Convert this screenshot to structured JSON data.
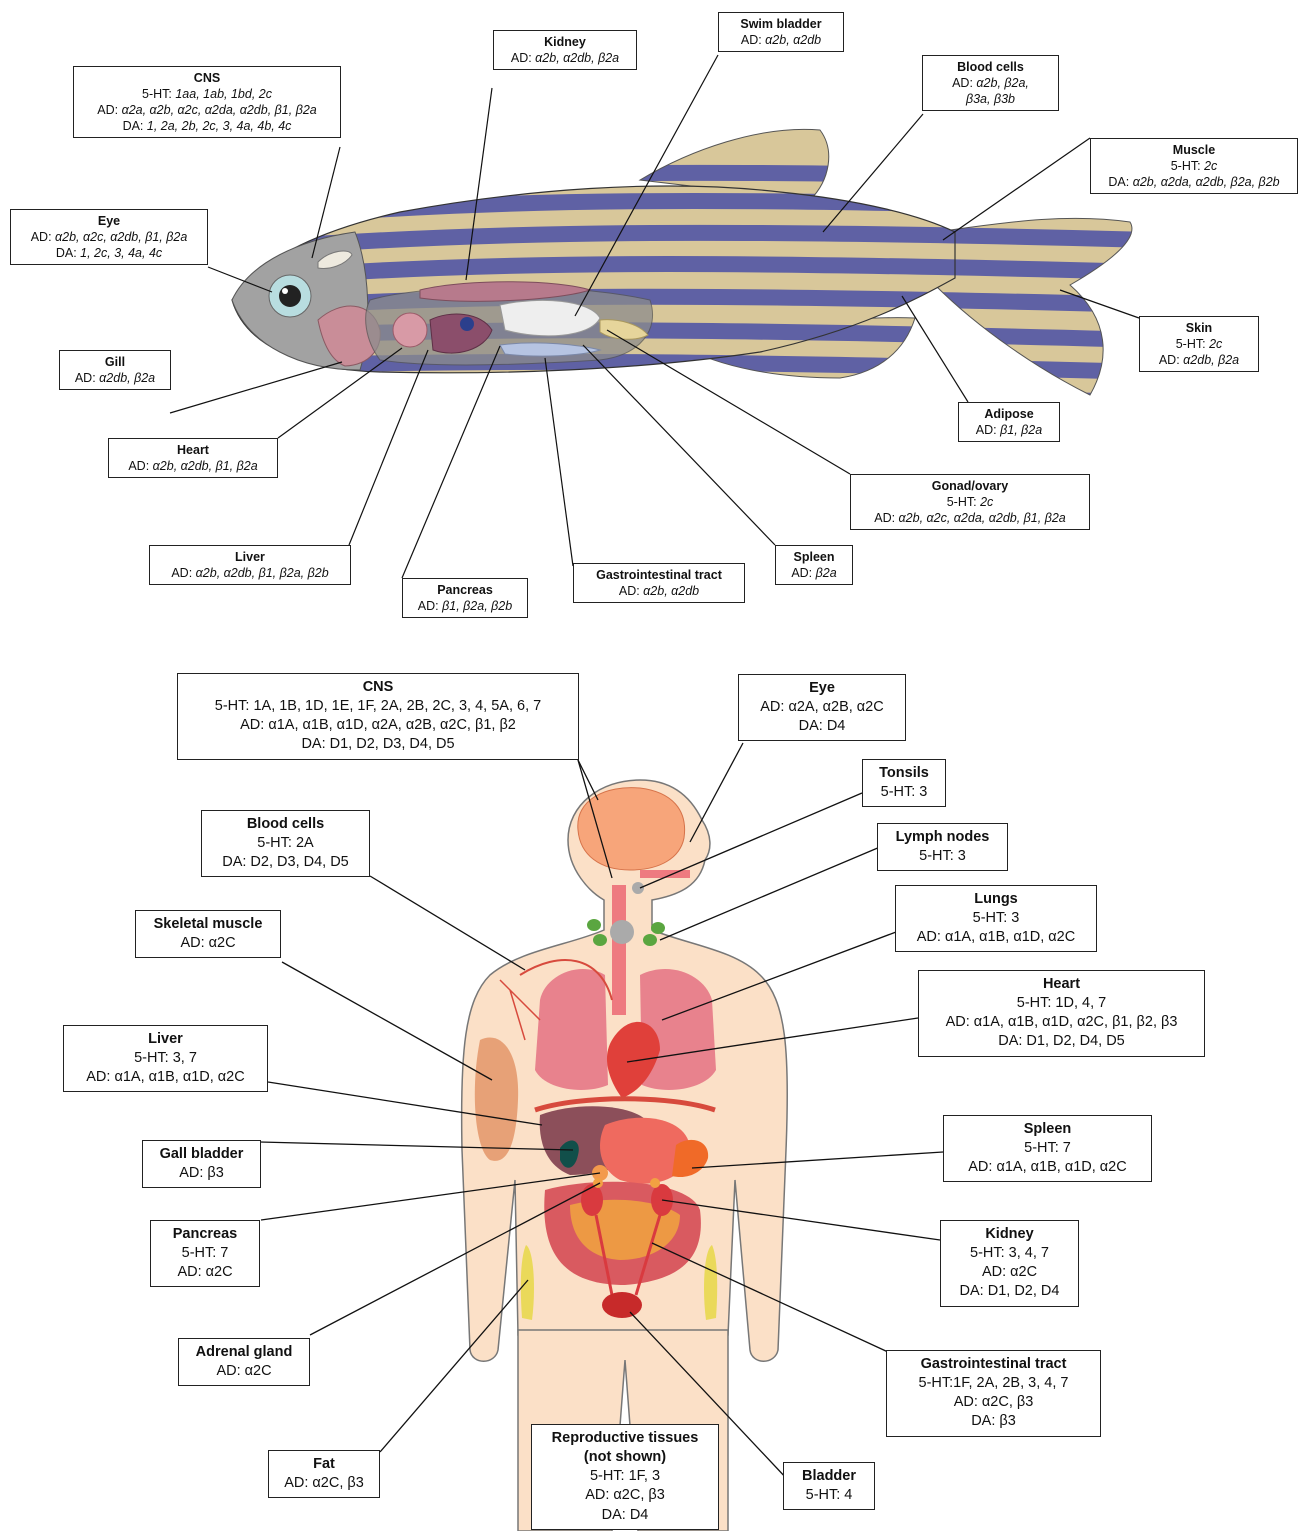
{
  "colors": {
    "border": "#222222",
    "fish_stripe_blue": "#4b4fa6",
    "fish_stripe_gold": "#d8c79a",
    "skin": "#fbe0c7"
  },
  "fish": [
    {
      "key": "kidney",
      "title": "Kidney",
      "lines": [
        {
          "p": "AD: ",
          "v": "α2b, α2db, β2a"
        }
      ]
    },
    {
      "key": "swim_bladder",
      "title": "Swim bladder",
      "lines": [
        {
          "p": "AD: ",
          "v": "α2b, α2db"
        }
      ]
    },
    {
      "key": "cns",
      "title": "CNS",
      "lines": [
        {
          "p": "5-HT: ",
          "v": "1aa, 1ab, 1bd, 2c"
        },
        {
          "p": "AD: ",
          "v": "α2a, α2b, α2c, α2da, α2db, β1, β2a"
        },
        {
          "p": "DA: ",
          "v": "1, 2a, 2b, 2c, 3, 4a, 4b, 4c"
        }
      ]
    },
    {
      "key": "blood_cells",
      "title": "Blood cells",
      "lines": [
        {
          "p": "AD: ",
          "v": "α2b, β2a,"
        },
        {
          "p": "",
          "v": "β3a, β3b"
        }
      ]
    },
    {
      "key": "muscle",
      "title": "Muscle",
      "lines": [
        {
          "p": "5-HT: ",
          "v": "2c"
        },
        {
          "p": "DA: ",
          "v": "α2b, α2da, α2db, β2a, β2b"
        }
      ]
    },
    {
      "key": "eye",
      "title": "Eye",
      "lines": [
        {
          "p": "AD: ",
          "v": "α2b, α2c, α2db, β1, β2a"
        },
        {
          "p": "DA: ",
          "v": "1, 2c, 3, 4a, 4c"
        }
      ]
    },
    {
      "key": "skin",
      "title": "Skin",
      "lines": [
        {
          "p": "5-HT: ",
          "v": "2c"
        },
        {
          "p": "AD: ",
          "v": "α2db, β2a"
        }
      ]
    },
    {
      "key": "gill",
      "title": "Gill",
      "lines": [
        {
          "p": "AD: ",
          "v": "α2db, β2a"
        }
      ]
    },
    {
      "key": "adipose",
      "title": "Adipose",
      "lines": [
        {
          "p": "AD: ",
          "v": "β1, β2a"
        }
      ]
    },
    {
      "key": "heart",
      "title": "Heart",
      "lines": [
        {
          "p": "AD: ",
          "v": "α2b, α2db, β1, β2a"
        }
      ]
    },
    {
      "key": "gonad",
      "title": "Gonad/ovary",
      "lines": [
        {
          "p": "5-HT: ",
          "v": "2c"
        },
        {
          "p": "AD: ",
          "v": "α2b, α2c, α2da, α2db, β1, β2a"
        }
      ]
    },
    {
      "key": "liver",
      "title": "Liver",
      "lines": [
        {
          "p": "AD: ",
          "v": "α2b, α2db, β1, β2a, β2b"
        }
      ]
    },
    {
      "key": "spleen",
      "title": "Spleen",
      "lines": [
        {
          "p": "AD: ",
          "v": "β2a"
        }
      ]
    },
    {
      "key": "gi",
      "title": "Gastrointestinal tract",
      "lines": [
        {
          "p": "AD: ",
          "v": "α2b, α2db"
        }
      ]
    },
    {
      "key": "pancreas",
      "title": "Pancreas",
      "lines": [
        {
          "p": "AD: ",
          "v": "β1, β2a, β2b"
        }
      ]
    }
  ],
  "human": [
    {
      "key": "cns",
      "title": "CNS",
      "lines": [
        "5-HT: 1A, 1B, 1D, 1E, 1F, 2A, 2B, 2C, 3, 4, 5A, 6, 7",
        "AD: α1A, α1B, α1D, α2A, α2B, α2C, β1, β2",
        "DA: D1, D2, D3, D4, D5"
      ]
    },
    {
      "key": "eye",
      "title": "Eye",
      "lines": [
        "AD: α2A, α2B, α2C",
        "DA: D4"
      ]
    },
    {
      "key": "tonsils",
      "title": "Tonsils",
      "lines": [
        "5-HT: 3"
      ]
    },
    {
      "key": "blood_cells",
      "title": "Blood cells",
      "lines": [
        "5-HT: 2A",
        "DA: D2, D3, D4, D5"
      ]
    },
    {
      "key": "lymph_nodes",
      "title": "Lymph nodes",
      "lines": [
        "5-HT: 3"
      ]
    },
    {
      "key": "skeletal_muscle",
      "title": "Skeletal muscle",
      "lines": [
        "AD: α2C"
      ]
    },
    {
      "key": "lungs",
      "title": "Lungs",
      "lines": [
        "5-HT: 3",
        "AD: α1A, α1B, α1D, α2C"
      ]
    },
    {
      "key": "heart",
      "title": "Heart",
      "lines": [
        "5-HT: 1D, 4, 7",
        "AD: α1A, α1B, α1D, α2C, β1, β2, β3",
        "DA: D1, D2, D4, D5"
      ]
    },
    {
      "key": "liver",
      "title": "Liver",
      "lines": [
        "5-HT: 3, 7",
        "AD: α1A, α1B, α1D, α2C"
      ]
    },
    {
      "key": "spleen",
      "title": "Spleen",
      "lines": [
        "5-HT: 7",
        "AD: α1A, α1B, α1D, α2C"
      ]
    },
    {
      "key": "gall_bladder",
      "title": "Gall bladder",
      "lines": [
        "AD: β3"
      ]
    },
    {
      "key": "pancreas",
      "title": "Pancreas",
      "lines": [
        "5-HT: 7",
        "AD: α2C"
      ]
    },
    {
      "key": "kidney",
      "title": "Kidney",
      "lines": [
        "5-HT: 3, 4, 7",
        "AD: α2C",
        "DA: D1, D2, D4"
      ]
    },
    {
      "key": "adrenal",
      "title": "Adrenal gland",
      "lines": [
        "AD: α2C"
      ]
    },
    {
      "key": "gi",
      "title": "Gastrointestinal tract",
      "lines": [
        "5-HT:1F, 2A, 2B, 3, 4, 7",
        "AD: α2C, β3",
        "DA: β3"
      ]
    },
    {
      "key": "fat",
      "title": "Fat",
      "lines": [
        "AD: α2C, β3"
      ]
    },
    {
      "key": "reproductive",
      "title": "Reproductive tissues\n(not shown)",
      "lines": [
        "5-HT: 1F, 3",
        "AD: α2C, β3",
        "DA: D4"
      ]
    },
    {
      "key": "bladder",
      "title": "Bladder",
      "lines": [
        "5-HT: 4"
      ]
    }
  ]
}
